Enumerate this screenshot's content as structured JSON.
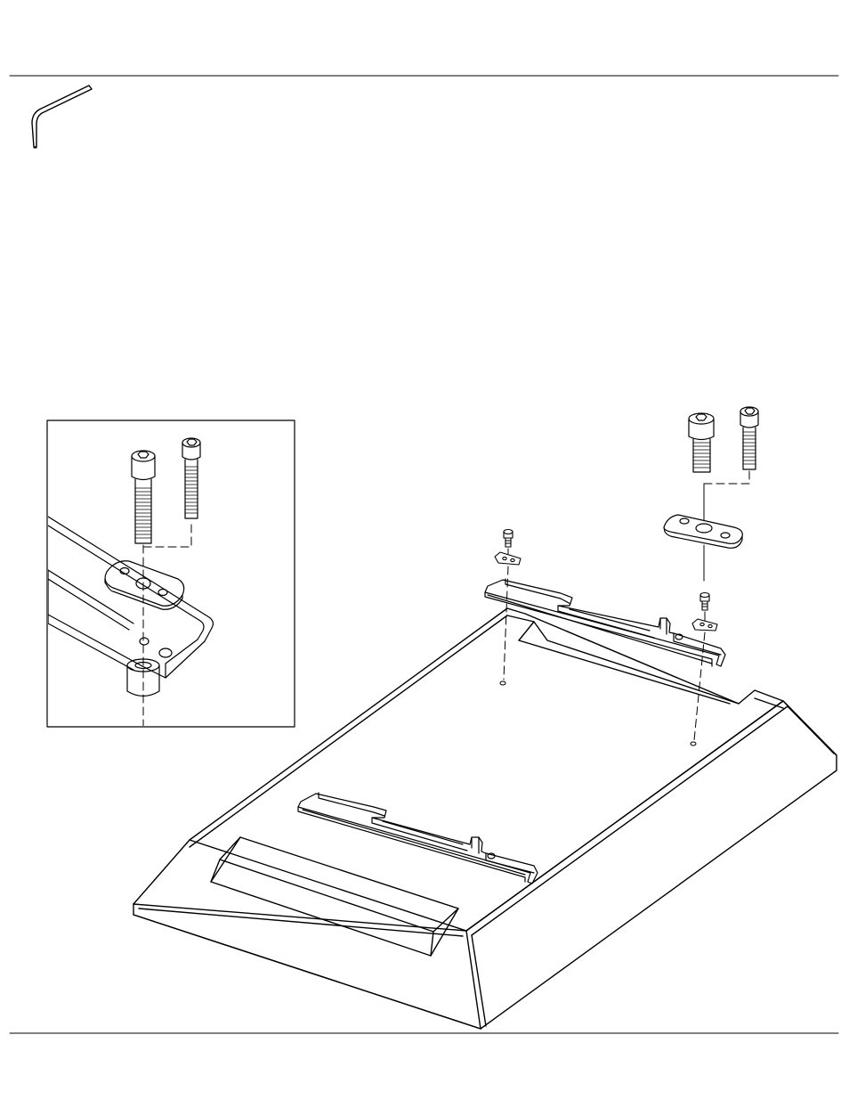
{
  "page": {
    "background": "#ffffff",
    "line_color": "#000000"
  },
  "icons": {
    "tool": "hex-key-icon",
    "inset": "detail-inset",
    "main": "base-assembly"
  },
  "parts": [
    "hex-key",
    "base-plate",
    "rail-bracket",
    "plate-washer",
    "cap-screw",
    "spacer"
  ]
}
